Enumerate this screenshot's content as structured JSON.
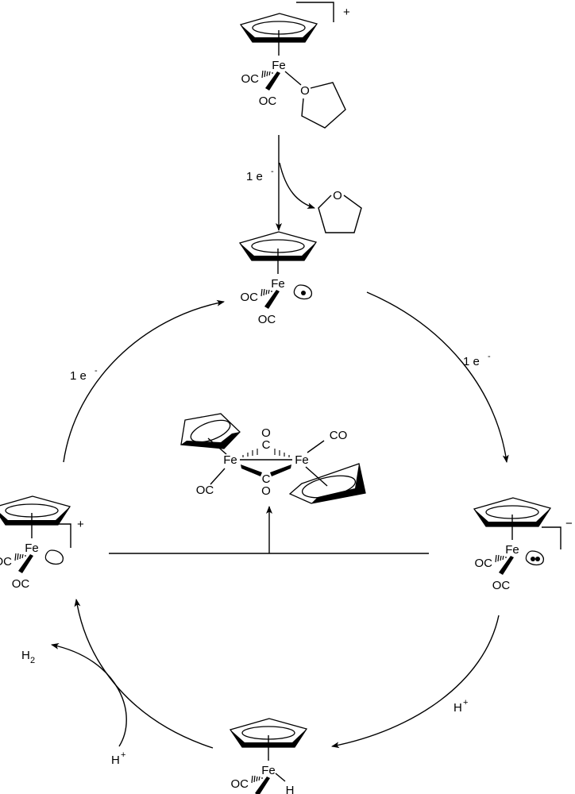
{
  "title": "Catalytic cycle of CpFe(CO)2 hydrogen evolution",
  "atoms": {
    "fe": "Fe",
    "oc": "OC",
    "co": "CO",
    "o": "O",
    "c": "C",
    "h": "H"
  },
  "charges": {
    "plus": "+",
    "minus": "−"
  },
  "labels": {
    "electron_top": "1 e",
    "electron_top_sup": "-",
    "electron_right": "1 e",
    "electron_right_sup": "-",
    "electron_left": "1 e",
    "electron_left_sup": "-",
    "proton_right": "H",
    "proton_right_sup": "+",
    "proton_left": "H",
    "proton_left_sup": "+",
    "hydrogen": "H",
    "hydrogen_sub": "2"
  },
  "colors": {
    "ink": "#000000",
    "background": "#ffffff"
  }
}
